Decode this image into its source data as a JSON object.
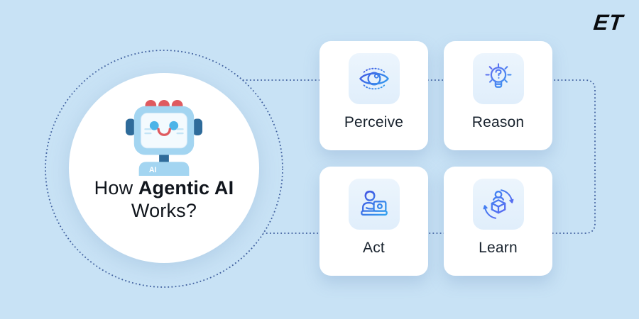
{
  "brand": {
    "logo_text": "ET"
  },
  "center": {
    "title_prefix": "How",
    "title_bold": "Agentic AI",
    "title_line2": "Works?",
    "robot_label": "AI"
  },
  "cards": [
    {
      "id": "perceive",
      "label": "Perceive",
      "icon": "eye-icon"
    },
    {
      "id": "reason",
      "label": "Reason",
      "icon": "lightbulb-question-icon"
    },
    {
      "id": "act",
      "label": "Act",
      "icon": "person-laptop-icon"
    },
    {
      "id": "learn",
      "label": "Learn",
      "icon": "cycle-cube-icon"
    }
  ],
  "colors": {
    "background": "#c8e2f5",
    "dotted_line": "#3f5f9e",
    "card_background": "#ffffff",
    "icon_tile_background": "#e6f2fc",
    "icon_gradient_start": "#4742e0",
    "icon_gradient_end": "#2fb3f2",
    "title_text": "#10151c",
    "label_text": "#18222d",
    "robot_body_blue": "#a3d5f1",
    "robot_screen": "#f3fafe",
    "robot_red": "#df5a5f",
    "robot_dark_blue": "#2e6b9a",
    "robot_eye_blue": "#4cb4e8",
    "logo_color": "#0a0c0f"
  }
}
